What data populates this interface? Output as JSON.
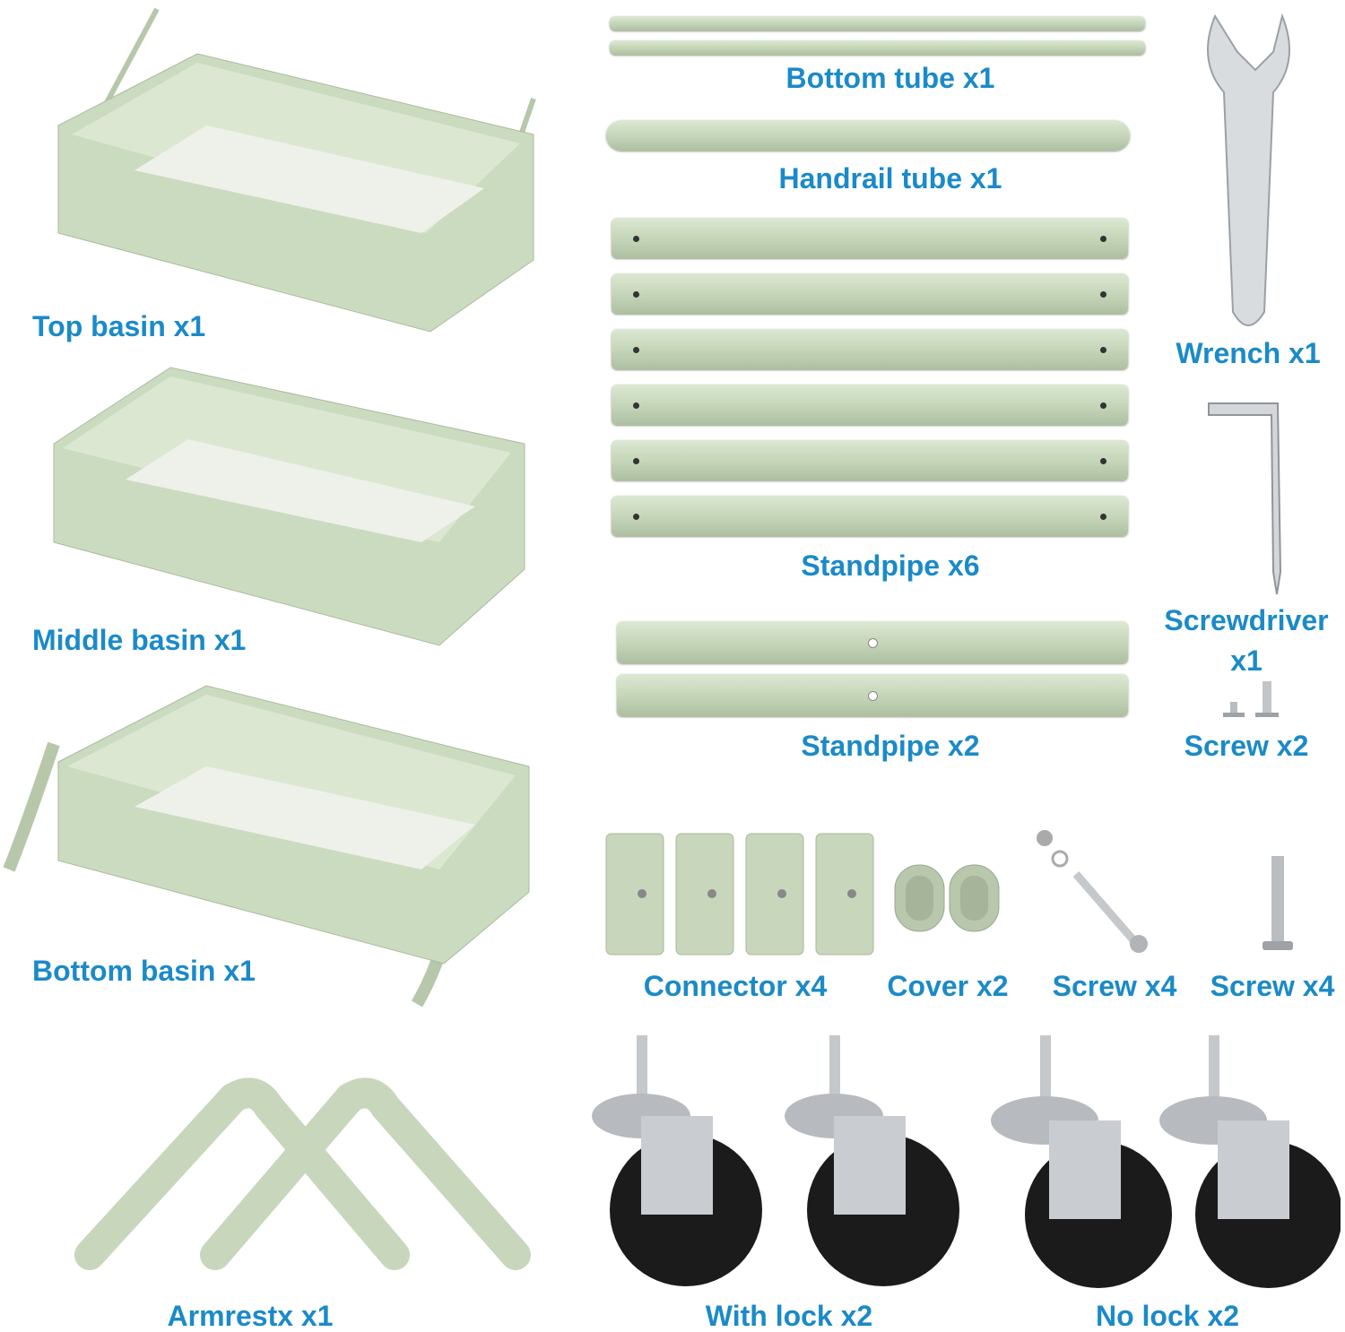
{
  "colors": {
    "label": "#1b8ac8",
    "part_green": "#c9d9bd"
  },
  "labels": {
    "bottom_tube": "Bottom tube x1",
    "handrail_tube": "Handrail tube x1",
    "top_basin": "Top basin x1",
    "middle_basin": "Middle basin x1",
    "bottom_basin": "Bottom basin x1",
    "standpipe6": "Standpipe x6",
    "standpipe2": "Standpipe x2",
    "wrench": "Wrench x1",
    "screwdriver_1": "Screwdriver",
    "screwdriver_2": "x1",
    "screw_x2": "Screw x2",
    "connector": "Connector x4",
    "cover": "Cover x2",
    "screw_x4_a": "Screw x4",
    "screw_x4_b": "Screw x4",
    "armrest": "Armrestx x1",
    "with_lock": "With lock x2",
    "no_lock": "No lock x2"
  }
}
